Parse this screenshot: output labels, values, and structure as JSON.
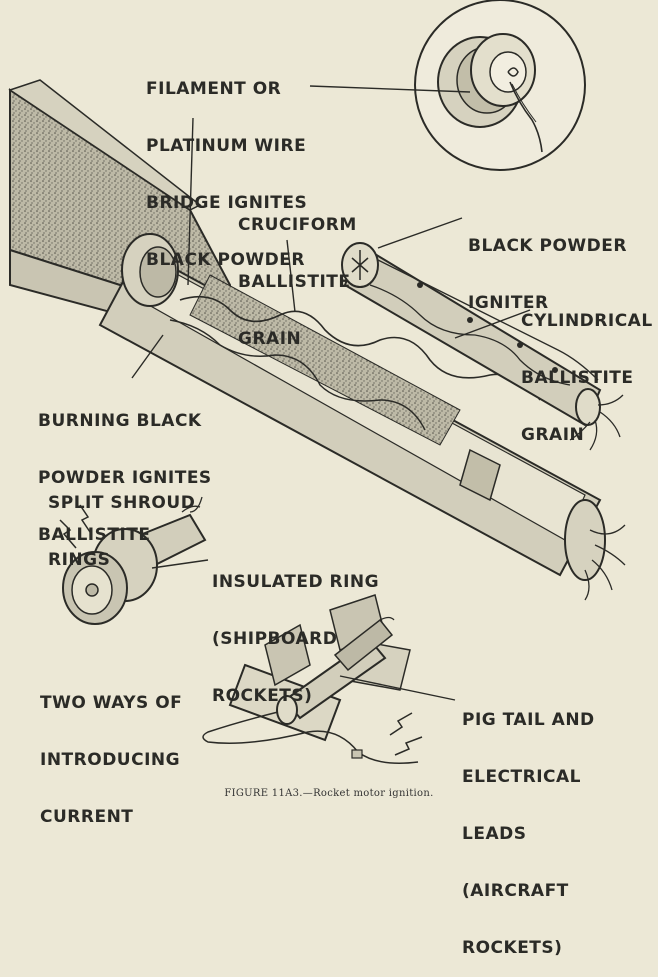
{
  "labels": {
    "filament": [
      "FILAMENT OR",
      "PLATINUM WIRE",
      "BRIDGE IGNITES",
      "BLACK POWDER"
    ],
    "cruciform": [
      "CRUCIFORM",
      "BALLISTITE",
      "GRAIN"
    ],
    "black_powder_igniter": [
      "BLACK POWDER",
      "IGNITER"
    ],
    "cylindrical": [
      "CYLINDRICAL",
      "BALLISTITE",
      "GRAIN"
    ],
    "burning": [
      "BURNING BLACK",
      "POWDER IGNITES",
      "BALLISTITE"
    ],
    "split_shroud": [
      "SPLIT SHROUD",
      "RINGS"
    ],
    "insulated": [
      "INSULATED RING",
      "(SHIPBOARD",
      "ROCKETS)"
    ],
    "two_ways": [
      "TWO WAYS OF",
      "INTRODUCING",
      "CURRENT"
    ],
    "pig_tail": [
      "PIG TAIL AND",
      "ELECTRICAL",
      "LEADS",
      "(AIRCRAFT",
      "ROCKETS)"
    ]
  },
  "caption": "FIGURE 11A3.—Rocket motor ignition.",
  "colors": {
    "paper": "#ece8d6",
    "ink": "#2b2b27",
    "metal": "#c9c5b2",
    "shade": "#9a9684"
  }
}
